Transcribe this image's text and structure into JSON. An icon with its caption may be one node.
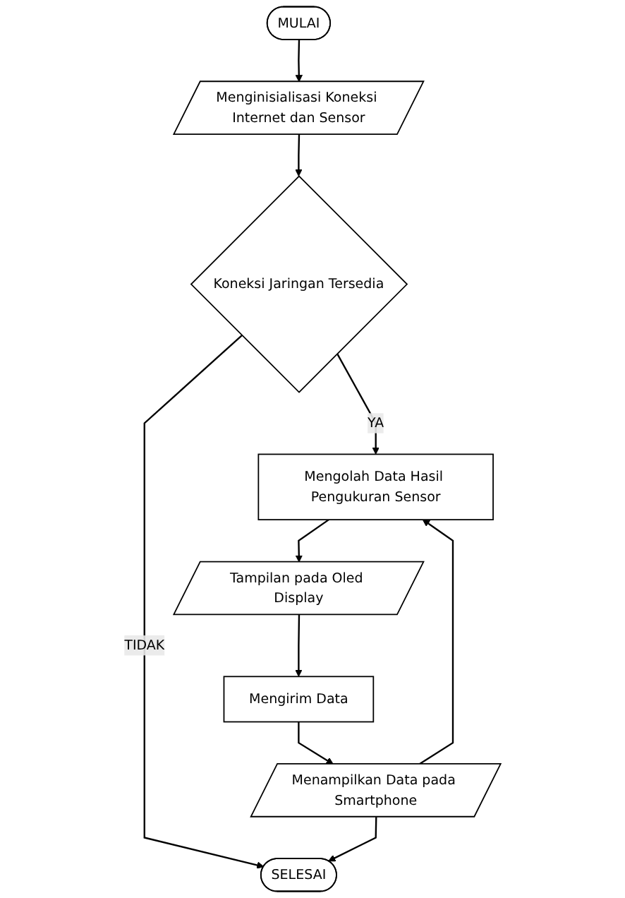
{
  "diagram": {
    "nodes": [
      {
        "text": [
          "MULAI"
        ]
      },
      {
        "text": [
          "Menginisialisasi Koneksi Internet dan Sensor"
        ]
      },
      {
        "text": [
          "Koneksi Jaringan Tersedia"
        ]
      },
      {
        "text": [
          "Mengolah Data Hasil Pengukuran Sensor"
        ]
      },
      {
        "text": [
          "Tampilan pada Oled Display"
        ]
      },
      {
        "text": [
          "Mengirim Data"
        ]
      },
      {
        "text": [
          "Menampilkan Data pada Smartphone"
        ]
      },
      {
        "text": [
          "SELESAI"
        ]
      }
    ],
    "edges": [
      {
        "from": 0,
        "to": 1,
        "arrow": "to"
      },
      {
        "from": 1,
        "to": 2,
        "arrow": "to"
      },
      {
        "from": 2,
        "to": 7,
        "label": "TIDAK",
        "arrow": "to"
      },
      {
        "from": 2,
        "to": 3,
        "label": "YA",
        "arrow": "to"
      },
      {
        "from": 3,
        "to": 4,
        "arrow": "to"
      },
      {
        "from": 4,
        "to": 5,
        "arrow": "to"
      },
      {
        "from": 5,
        "to": 6,
        "arrow": "to"
      },
      {
        "from": 6,
        "to": 7,
        "arrow": "to"
      },
      {
        "from": 6,
        "to": 3,
        "arrow": "to"
      }
    ]
  }
}
